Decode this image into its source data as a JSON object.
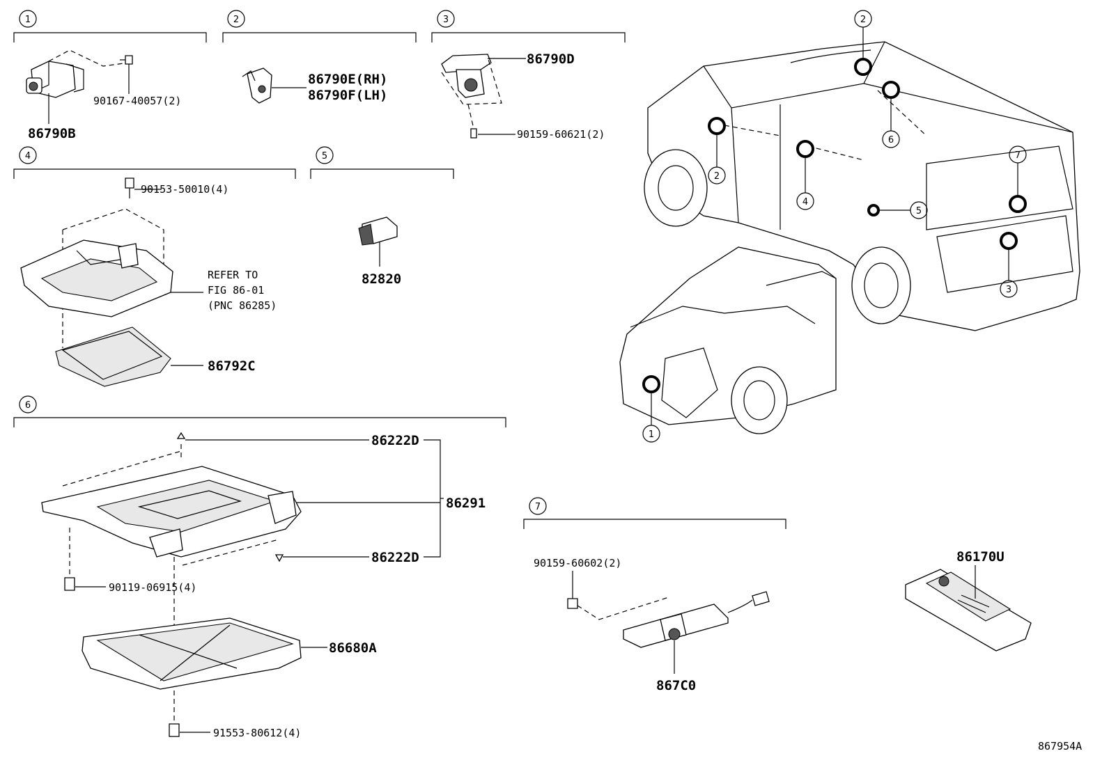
{
  "diagram_id": "867954A",
  "sections": [
    {
      "number": "1",
      "parts": [
        {
          "pn": "86790B"
        },
        {
          "pn": "90167-40057(2)"
        }
      ]
    },
    {
      "number": "2",
      "parts": [
        {
          "pn": "86790E(RH)"
        },
        {
          "pn": "86790F(LH)"
        }
      ]
    },
    {
      "number": "3",
      "parts": [
        {
          "pn": "86790D"
        },
        {
          "pn": "90159-60621(2)"
        }
      ]
    },
    {
      "number": "4",
      "parts": [
        {
          "pn": "90153-50010(4)"
        },
        {
          "pn": "86792C"
        }
      ],
      "note_lines": [
        "REFER TO",
        "FIG 86-01",
        "(PNC 86285)"
      ]
    },
    {
      "number": "5",
      "parts": [
        {
          "pn": "82820"
        }
      ]
    },
    {
      "number": "6",
      "parts": [
        {
          "pn": "86222D"
        },
        {
          "pn": "86291"
        },
        {
          "pn": "86222D"
        },
        {
          "pn": "90119-06915(4)"
        },
        {
          "pn": "86680A"
        },
        {
          "pn": "91553-80612(4)"
        }
      ]
    },
    {
      "number": "7",
      "parts": [
        {
          "pn": "90159-60602(2)"
        },
        {
          "pn": "867C0"
        }
      ]
    }
  ],
  "remote": {
    "pn": "86170U"
  },
  "vehicle_callouts": [
    "2",
    "6",
    "7",
    "2",
    "4",
    "5",
    "3",
    "1"
  ]
}
